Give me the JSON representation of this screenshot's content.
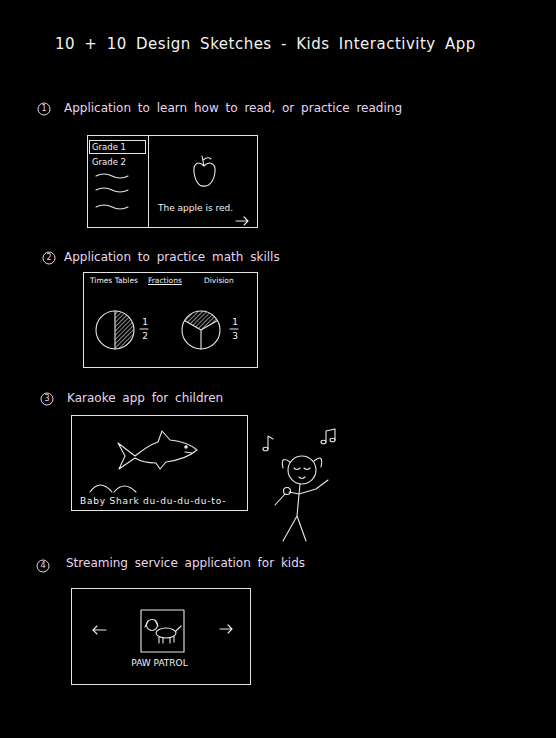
{
  "diagram": {
    "title": "10 + 10 Design Sketches - Kids Interactivity App",
    "nodes": [
      {
        "text": [
          "The apple is red."
        ]
      },
      {
        "text": [
          "Grade 2"
        ],
        "in": 0
      },
      {
        "text": [
          "Grade 1"
        ],
        "in": 1
      },
      {
        "text": [
          "Times Tables",
          "Fractions",
          "Division",
          "1",
          "2",
          "1",
          "3"
        ]
      },
      {
        "text": [
          "Baby Shark du-du-du-du-to-"
        ]
      },
      {
        "text": [
          "PAW PATROL"
        ]
      }
    ],
    "labels": [
      "1",
      "Application to learn how to read, or practice reading",
      "2",
      "Application to practice math skills",
      "3",
      "Karaoke app for children",
      "4",
      "Streaming service application for kids"
    ]
  }
}
